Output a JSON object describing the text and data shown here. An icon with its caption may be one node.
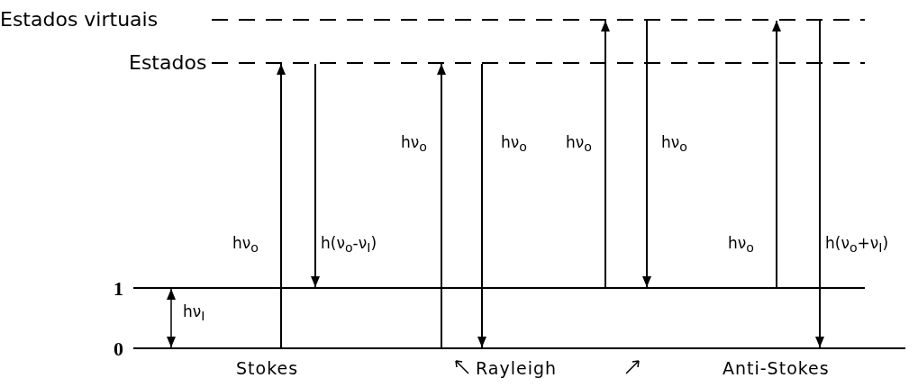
{
  "diagram": {
    "nodes": [
      {
        "text": [],
        "shape": "line",
        "beside": [
          "Estados virtuais"
        ]
      },
      {
        "text": [],
        "shape": "line",
        "beside": [
          "Estados"
        ]
      },
      {
        "text": [],
        "shape": "line",
        "beside": [
          "1"
        ]
      },
      {
        "text": [],
        "shape": "line",
        "beside": [
          "0"
        ]
      }
    ],
    "edges": [
      {
        "from": 3,
        "to": 1,
        "arrow": "to",
        "label": "hν$_{o}$"
      },
      {
        "from": 1,
        "to": 2,
        "arrow": "to",
        "label": "h(ν$_{o}$-ν$_{I}$)"
      },
      {
        "from": 3,
        "to": 1,
        "arrow": "to",
        "label": "hν$_{o}$"
      },
      {
        "from": 1,
        "to": 3,
        "arrow": "to",
        "label": "hν$_{o}$"
      },
      {
        "from": 2,
        "to": 0,
        "arrow": "to",
        "label": "hν$_{o}$"
      },
      {
        "from": 0,
        "to": 2,
        "arrow": "to",
        "label": "hν$_{o}$"
      },
      {
        "from": 2,
        "to": 0,
        "arrow": "to",
        "label": "hν$_{o}$"
      },
      {
        "from": 0,
        "to": 3,
        "arrow": "to",
        "label": "h(ν$_{o}$+ν$_{I}$)"
      },
      {
        "from": 2,
        "to": 3,
        "arrow": "both",
        "label": "hν$_{I}$"
      }
    ],
    "labels": [
      "Stokes",
      "Rayleigh",
      "Anti-Stokes"
    ]
  }
}
